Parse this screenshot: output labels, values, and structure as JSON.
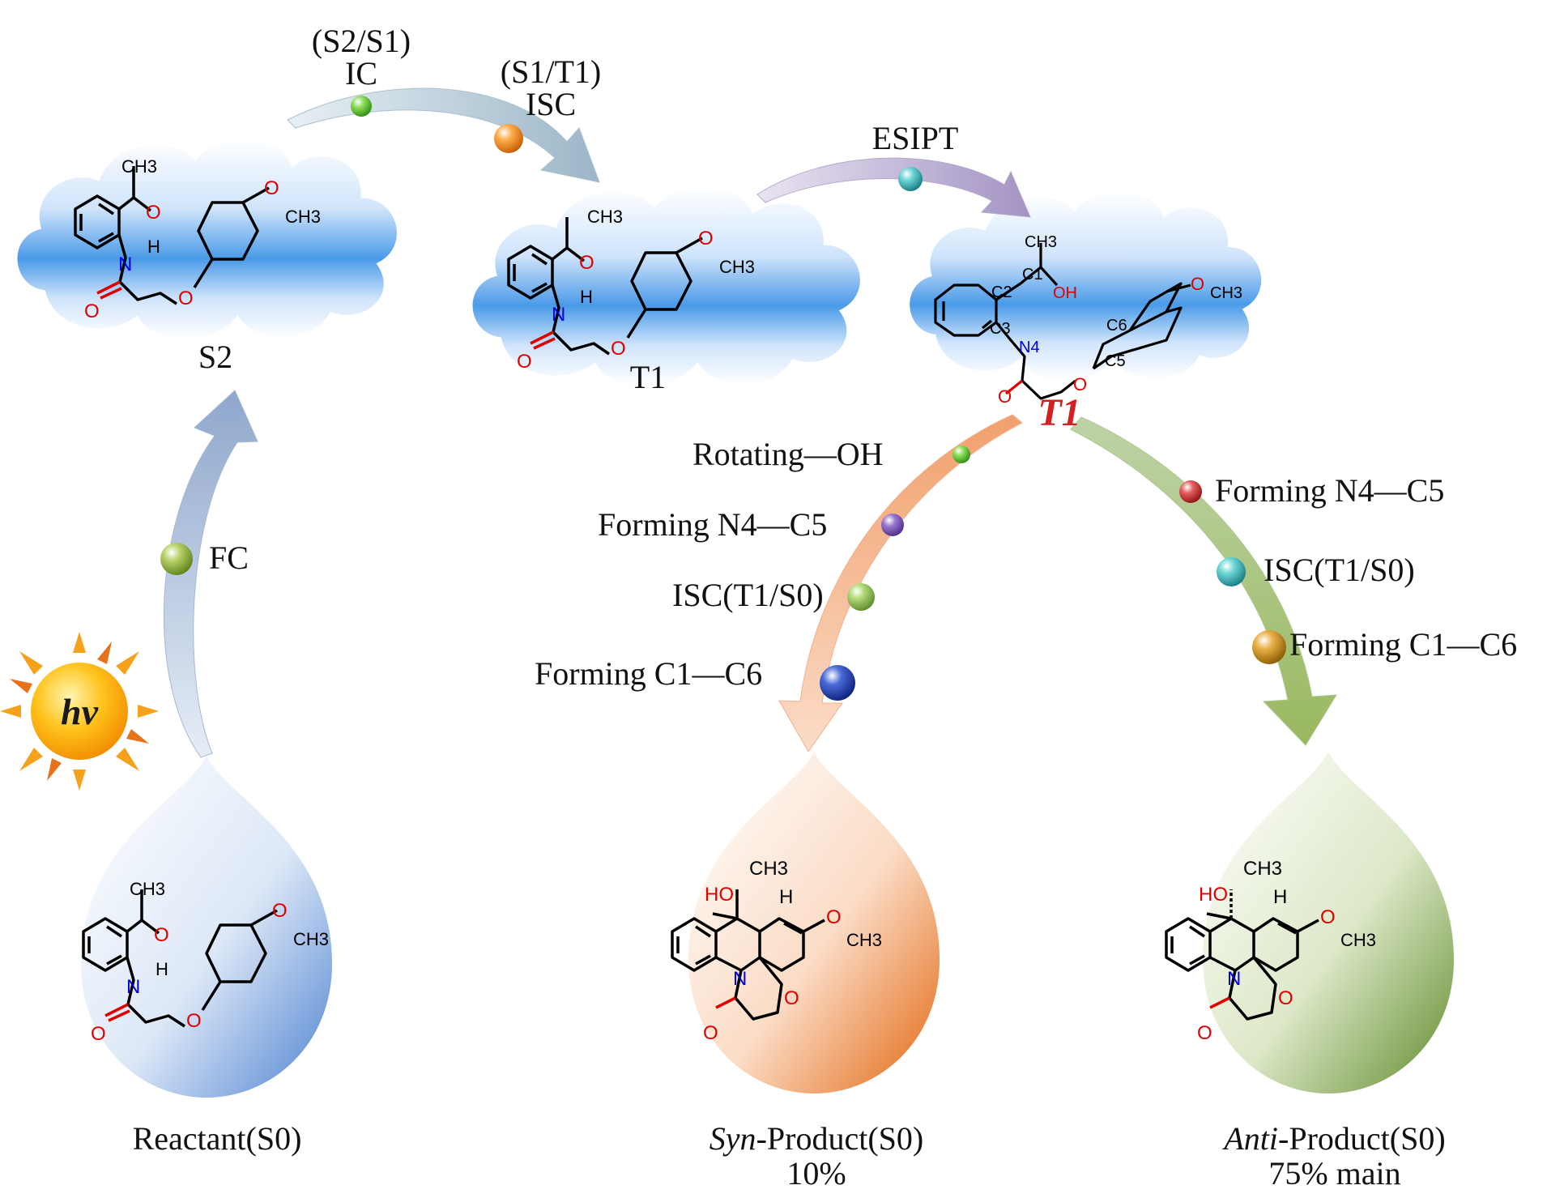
{
  "labels": {
    "s2s1_state": "(S2/S1)",
    "s2s1_proc": "IC",
    "s1t1_state": "(S1/T1)",
    "s1t1_proc": "ISC",
    "esipt": "ESIPT",
    "fc": "FC",
    "hv": "hv",
    "s2": "S2",
    "t1_small": "T1",
    "t1_big": "T1",
    "rot_oh": "Rotating—OH",
    "syn_step1": "Forming N4—C5",
    "syn_step2": "ISC(T1/S0)",
    "syn_step3": "Forming C1—C6",
    "anti_step1": "Forming N4—C5",
    "anti_step2": "ISC(T1/S0)",
    "anti_step3": "Forming C1—C6",
    "reactant": "Reactant(S0)",
    "syn_italic": "Syn",
    "syn_rest": "-Product(S0)",
    "syn_pct": "10%",
    "anti_italic": "Anti",
    "anti_rest": "-Product(S0)",
    "anti_pct": "75% main"
  },
  "atoms": {
    "ch3": "CH3",
    "o": "O",
    "n": "N",
    "h": "H",
    "oh": "OH",
    "ho": "HO",
    "c1": "C1",
    "c2": "C2",
    "c3": "C3",
    "n4": "N4",
    "c5": "C5",
    "c6": "C6"
  },
  "colors": {
    "cloud": "#3e8fe6",
    "drop_reactant": "#5b8fd6",
    "drop_syn": "#e8721e",
    "drop_anti": "#6a8f3a",
    "arrow_blue": "#9fb4d2",
    "arrow_purple": "#a99bc4",
    "arrow_orange": "#f0a070",
    "arrow_green": "#9fb86a",
    "t1_label": "#d42020"
  }
}
